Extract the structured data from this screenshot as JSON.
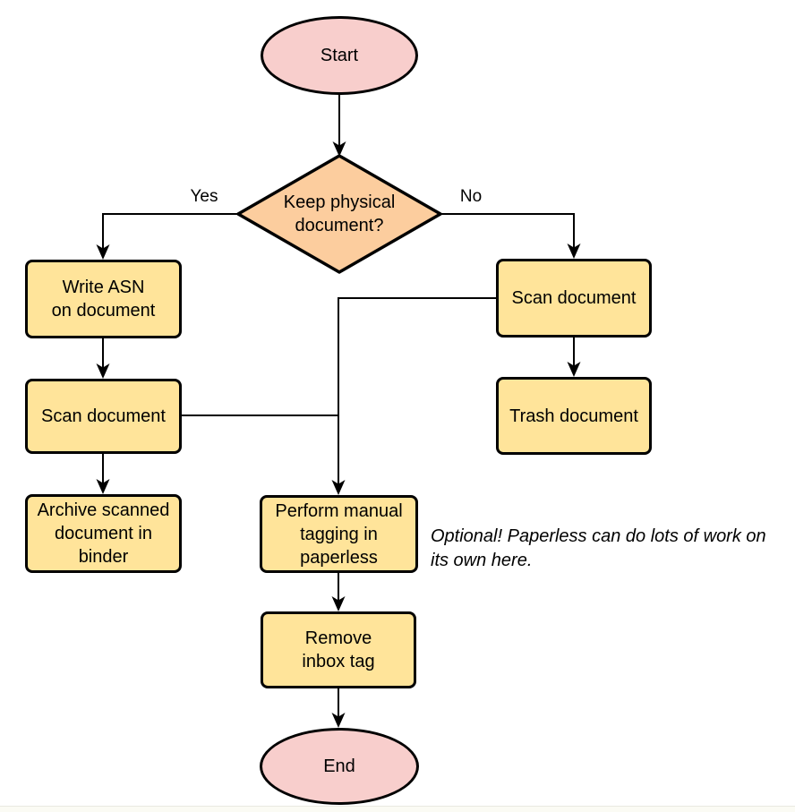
{
  "diagram": {
    "type": "flowchart",
    "nodes": {
      "start": {
        "label": "Start",
        "shape": "terminator"
      },
      "decision": {
        "label": "Keep physical\ndocument?",
        "shape": "decision"
      },
      "write_asn": {
        "label": "Write ASN\non document",
        "shape": "process"
      },
      "scan_left": {
        "label": "Scan document",
        "shape": "process"
      },
      "archive": {
        "label": "Archive scanned\ndocument in\nbinder",
        "shape": "process"
      },
      "scan_right": {
        "label": "Scan document",
        "shape": "process"
      },
      "trash": {
        "label": "Trash document",
        "shape": "process"
      },
      "tagging": {
        "label": "Perform manual\ntagging in\npaperless",
        "shape": "process"
      },
      "remove_inbox": {
        "label": "Remove\ninbox tag",
        "shape": "process"
      },
      "end": {
        "label": "End",
        "shape": "terminator"
      }
    },
    "edges": [
      {
        "from": "start",
        "to": "decision",
        "label": ""
      },
      {
        "from": "decision",
        "to": "write_asn",
        "label": "Yes"
      },
      {
        "from": "decision",
        "to": "scan_right",
        "label": "No"
      },
      {
        "from": "write_asn",
        "to": "scan_left",
        "label": ""
      },
      {
        "from": "scan_left",
        "to": "archive",
        "label": ""
      },
      {
        "from": "scan_right",
        "to": "trash",
        "label": ""
      },
      {
        "from": "scan_right",
        "to": "tagging",
        "label": ""
      },
      {
        "from": "scan_left",
        "to": "tagging",
        "label": ""
      },
      {
        "from": "tagging",
        "to": "remove_inbox",
        "label": ""
      },
      {
        "from": "remove_inbox",
        "to": "end",
        "label": ""
      }
    ],
    "annotation": "Optional! Paperless can do lots of work on\nits own here.",
    "colors": {
      "terminator_fill": "#f8cecc",
      "decision_fill": "#fccd9e",
      "process_fill": "#ffe49a",
      "stroke": "#000000",
      "text": "#000000"
    }
  }
}
